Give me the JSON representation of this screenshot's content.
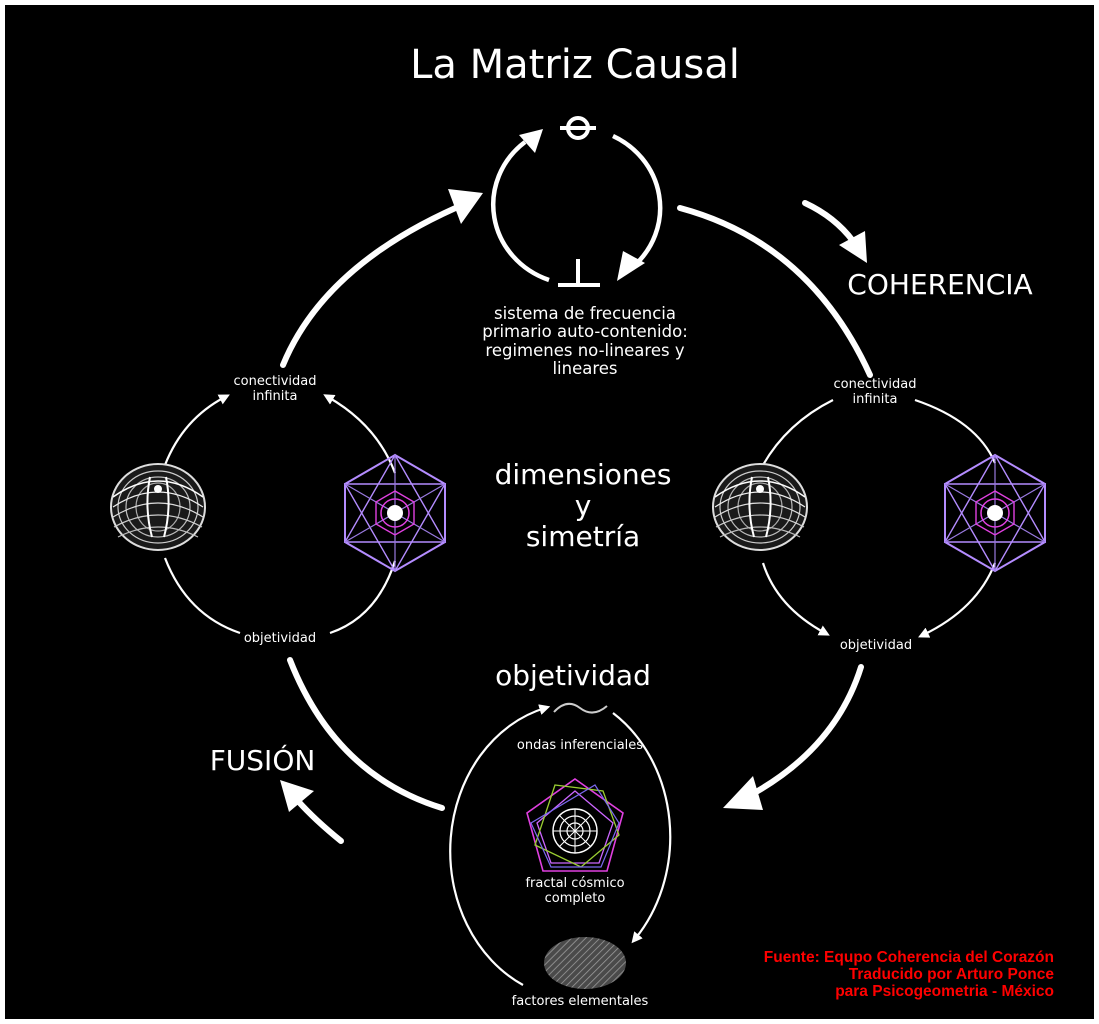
{
  "title": "La Matriz Causal",
  "center_label": "dimensiones\ny\nsimetría",
  "coherence_label": "COHERENCIA",
  "fusion_label": "FUSIÓN",
  "top_cycle": {
    "description": "sistema de frecuencia\nprimario auto-contenido:\nregimenes no-lineares y\nlineares"
  },
  "left_cycle": {
    "top_label": "conectividad\ninfinita",
    "bottom_label": "objetividad"
  },
  "right_cycle": {
    "top_label": "conectividad\ninfinita",
    "bottom_label": "objetividad"
  },
  "bottom_cycle": {
    "heading": "objetividad",
    "waves_label": "ondas inferenciales",
    "fractal_label": "fractal cósmico\ncompleto",
    "elements_label": "factores elementales"
  },
  "credit": "Fuente: Equpo Coherencia del Corazón\nTraducido por Arturo Ponce\npara Psicogeometria - México",
  "colors": {
    "background": "#000000",
    "foreground": "#ffffff",
    "credit": "#ff0000",
    "geometry_violet": "#b48cff",
    "geometry_magenta": "#e040e0"
  },
  "icons": [
    "theta-symbol-icon",
    "up-tack-symbol-icon",
    "torus-icon",
    "metatron-hexagon-icon",
    "fractal-polyhedron-icon",
    "wave-icon",
    "hatched-ellipse-icon"
  ]
}
